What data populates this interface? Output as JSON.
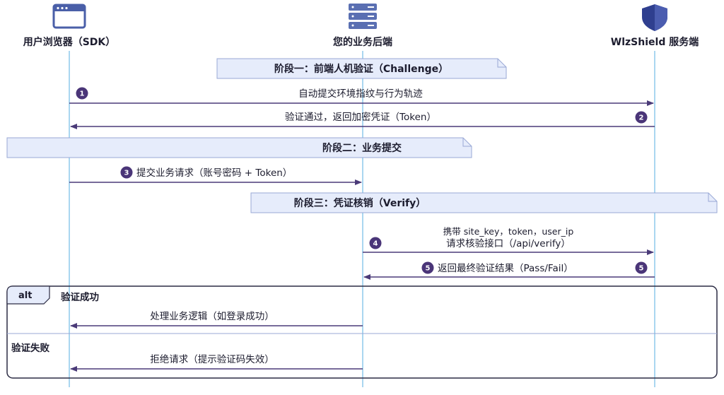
{
  "actors": {
    "browser": {
      "label": "用户浏览器（SDK）",
      "icon": "browser-window-icon"
    },
    "backend": {
      "label": "您的业务后端",
      "icon": "server-stack-icon"
    },
    "shield": {
      "label": "WlzShield 服务端",
      "icon": "shield-icon"
    }
  },
  "phases": {
    "p1": "阶段一：前端人机验证（Challenge）",
    "p2": "阶段二：业务提交",
    "p3": "阶段三：凭证核销（Verify）"
  },
  "messages": {
    "m1": {
      "num": "1",
      "text": "自动提交环境指纹与行为轨迹"
    },
    "m2": {
      "num": "2",
      "text": "验证通过，返回加密凭证（Token）"
    },
    "m3": {
      "num": "3",
      "text": "提交业务请求（账号密码 + Token）"
    },
    "m4": {
      "num": "4",
      "note": "携带 site_key，token，user_ip",
      "text": "请求核验接口（/api/verify）"
    },
    "m5": {
      "num": "5",
      "text": "返回最终验证结果（Pass/Fail）"
    },
    "m6": {
      "text": "处理业务逻辑（如登录成功）"
    },
    "m7": {
      "text": "拒绝请求（提示验证码失效）"
    }
  },
  "alt": {
    "tag": "alt",
    "cond1": "验证成功",
    "cond2": "验证失败"
  },
  "colors": {
    "line": "#4a3a78",
    "badge": "#4a3578",
    "phase_fill": "#e6ecfb",
    "phase_stroke": "#9aa9d6",
    "lifeline": "#8ec8ec"
  }
}
